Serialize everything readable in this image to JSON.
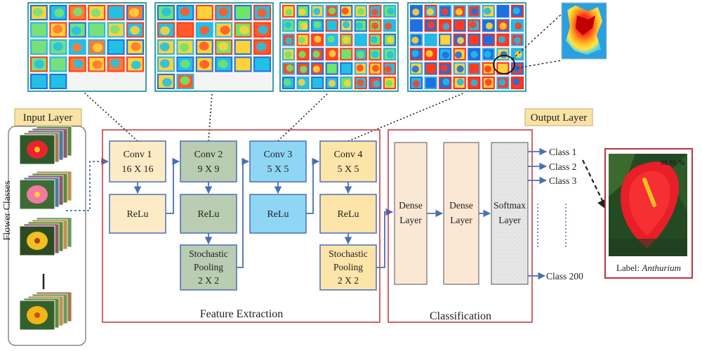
{
  "layers": {
    "input_title": "Input Layer",
    "output_title": "Output Layer",
    "side_label": "Flower Classes"
  },
  "feature_extraction": {
    "title": "Feature Extraction",
    "conv1": [
      "Conv 1",
      "16 X 16"
    ],
    "relu1": "ReLu",
    "conv2": [
      "Conv 2",
      "9 X 9"
    ],
    "relu2": "ReLu",
    "pool2": [
      "Stochastic",
      "Pooling",
      "2 X 2"
    ],
    "conv3": [
      "Conv 3",
      "5 X 5"
    ],
    "relu3": "ReLu",
    "conv4": [
      "Conv 4",
      "5 X 5"
    ],
    "relu4": "ReLu",
    "pool4": [
      "Stochastic",
      "Pooling",
      "2 X 2"
    ]
  },
  "classification": {
    "title": "Classification",
    "dense1": [
      "Dense",
      "Layer"
    ],
    "dense2": [
      "Dense",
      "Layer"
    ],
    "softmax": [
      "Softmax",
      "Layer"
    ],
    "classes": [
      "Class 1",
      "Class 2",
      "Class 3",
      "Class 200"
    ]
  },
  "output": {
    "probability": "98.95 %",
    "label_prefix": "Label: ",
    "label_name": "Anthurium"
  },
  "colors": {
    "frame_red": "#c0303f",
    "arrow_blue": "#4a6fb5",
    "conv1_fill": "#fdebc6",
    "conv2_fill": "#b9cdb3",
    "conv3_fill": "#8fd6f5",
    "conv4_fill": "#fde4a8",
    "dense_fill": "#fbe8d4",
    "softmax_fill": "#e4e4e4",
    "title_fill": "#fbe3a6"
  }
}
